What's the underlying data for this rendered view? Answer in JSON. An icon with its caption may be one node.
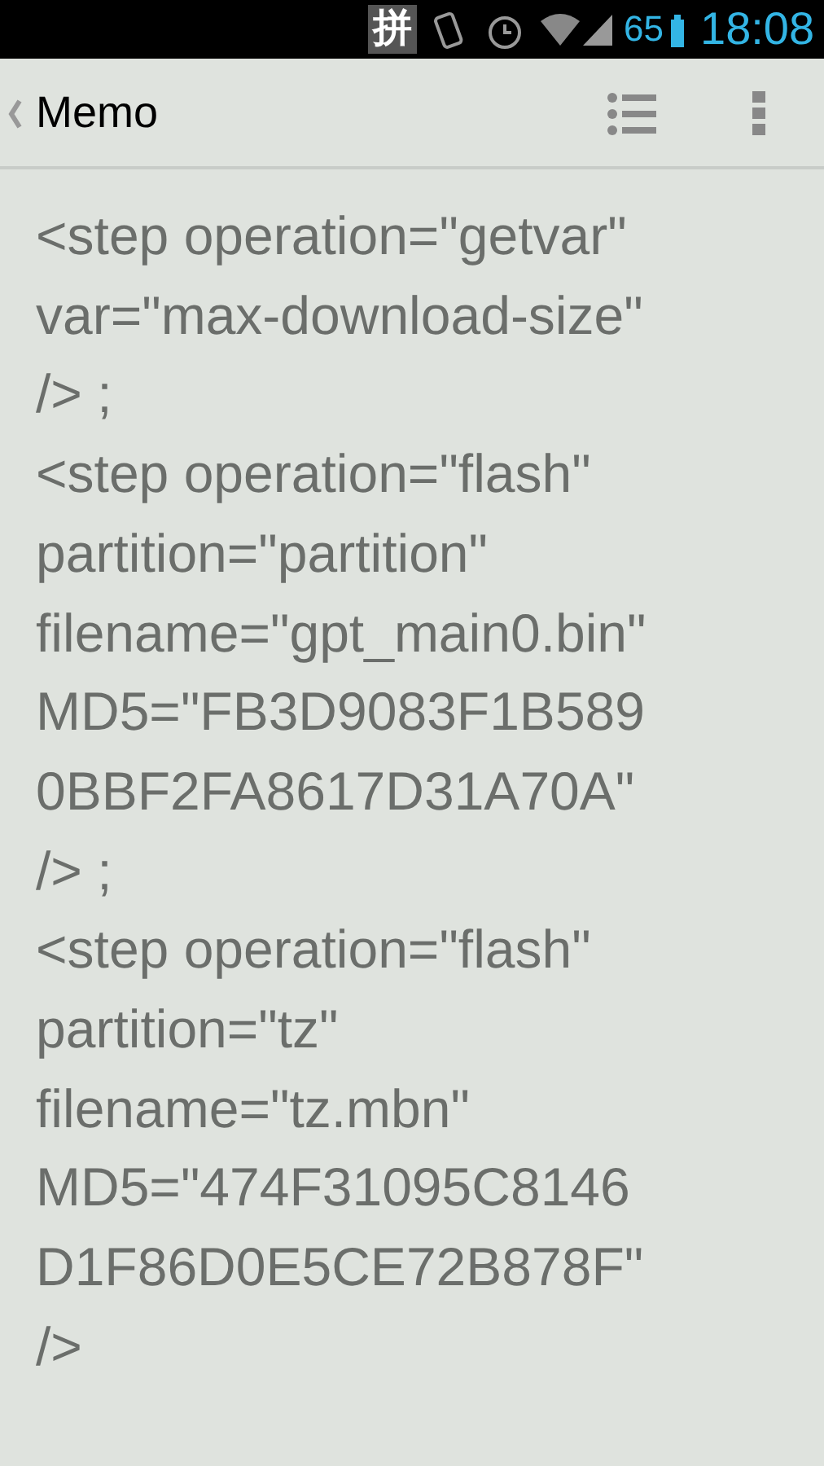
{
  "diagram": {
    "title": "Memo",
    "labels": [
      "拼",
      "65",
      "18:08",
      "<step operation=\"getvar\"",
      "var=\"max-download-size\"",
      "/> ;",
      "<step operation=\"flash\"",
      "partition=\"partition\"",
      "filename=\"gpt_main0.bin\"",
      "MD5=\"FB3D9083F1B589",
      "0BBF2FA8617D31A70A\"",
      "/> ;",
      "<step operation=\"flash\"",
      "partition=\"tz\"",
      "filename=\"tz.mbn\"",
      "MD5=\"474F31095C8146",
      "D1F86D0E5CE72B878F\"",
      "/>"
    ]
  }
}
